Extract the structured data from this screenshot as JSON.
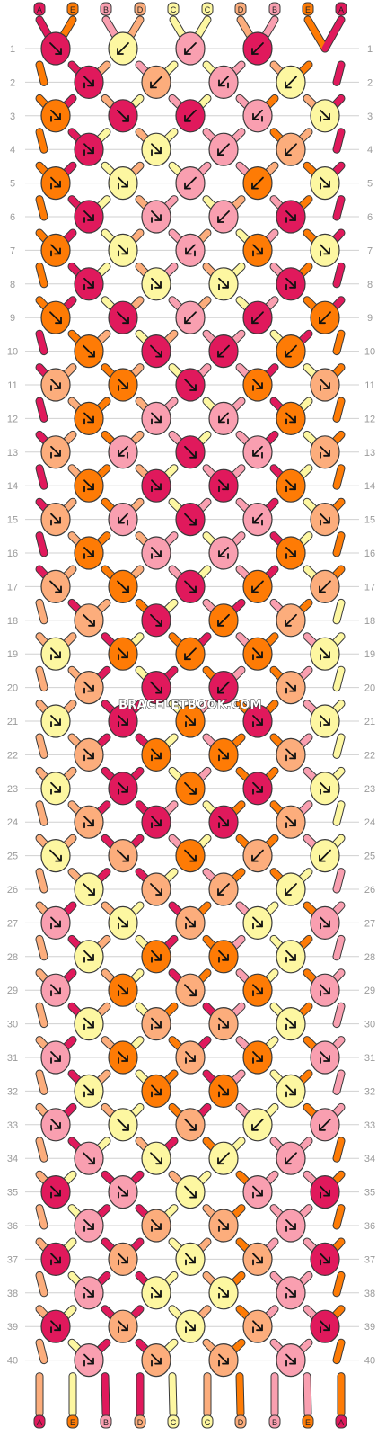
{
  "pattern": {
    "strand_letters": [
      "A",
      "E",
      "B",
      "D",
      "C",
      "C",
      "D",
      "B",
      "E",
      "A"
    ],
    "colors": {
      "A": "#e0195c",
      "B": "#f99fb0",
      "C": "#fdf7a1",
      "D": "#fcad7c",
      "E": "#fe7b05",
      "outline": "#3a3a3a",
      "arrow": "#111111",
      "row_line": "#d0d0d0",
      "row_label": "#9a9a9a"
    },
    "row_count": 40,
    "watermark": "BRACELETBOOK.COM",
    "rows": [
      "AaD CaL BaL AaL",
      "ArF DaL BaR CaL BaF",
      "EaF AaD AaL BaR CaF",
      "AaF CaF BaL DaL",
      "EaF CaF BaL EaL CaF",
      "AaF BaF BaL AaF",
      "EaF CaF BaR EaF CaF",
      "AaF CaF CaF AaF",
      "EaD AaD BaL AaL EaL",
      "EaD AaD AaL EaL",
      "DaF EaF AaD EaF DaF",
      "EaF BaF BaR EaF",
      "DaF BaR AaD BaR DaF",
      "EaF AaF AaF EaF",
      "DaF BaR AaD BaR DaF",
      "EaF BaF BaR EaF",
      "DaD EaD AaD EaL DaL",
      "DaD AaD EaL DaL",
      "CaF EaF EaL EaF CaF",
      "DaF AaD AaL DaF",
      "CaF AaF EaF AaF CaF",
      "DaF EaF EaF DaF",
      "CaF AaF EaD AaF CaF",
      "DaF AaF AaF DaF",
      "CaD DaD EaD DaL CaL",
      "CaD DaD DaL CaL",
      "BaF CaF DaF CaF BaF",
      "CaF EaF EaF CaF",
      "BaF EaF DaD EaF BaF",
      "CaF DaF DaF CaF",
      "BaF EaF DaF EaF BaF",
      "CaF EaF EaF CaF",
      "BaF CaD DaD CaL BaL",
      "BaD CaD CaL BaL",
      "AaF BaF CaD BaF AaF",
      "BaF DaF DaF BaF",
      "AaF DaF CaF DaF AaF",
      "BaF CaF CaF BaF",
      "AaF DaF CaF DaF AaF",
      "BaF DaF DaF BaF"
    ]
  }
}
